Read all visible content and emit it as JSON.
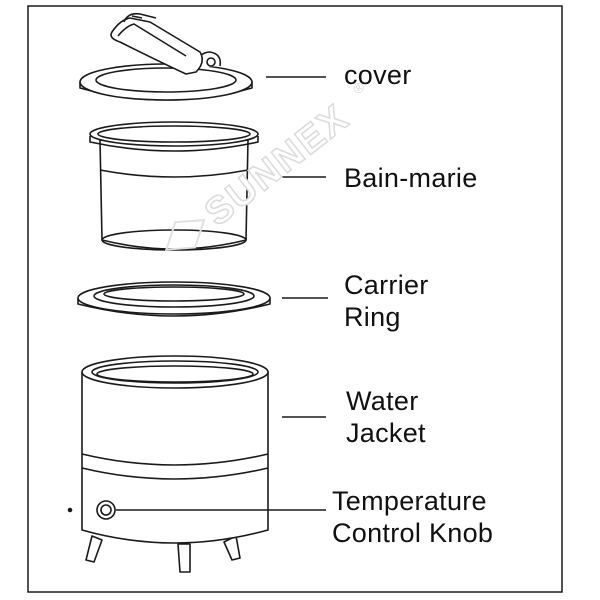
{
  "labels": {
    "cover": "cover",
    "bain_marie": "Bain-marie",
    "carrier_ring_line1": "Carrier",
    "carrier_ring_line2": "Ring",
    "water_jacket_line1": "Water",
    "water_jacket_line2": "Jacket",
    "knob_line1": "Temperature",
    "knob_line2": "Control Knob"
  },
  "watermark": {
    "text": "SUNNEX",
    "mark": "®"
  },
  "colors": {
    "line": "#1a1a1a",
    "watermark": "#e4e4e4",
    "background": "#ffffff"
  }
}
